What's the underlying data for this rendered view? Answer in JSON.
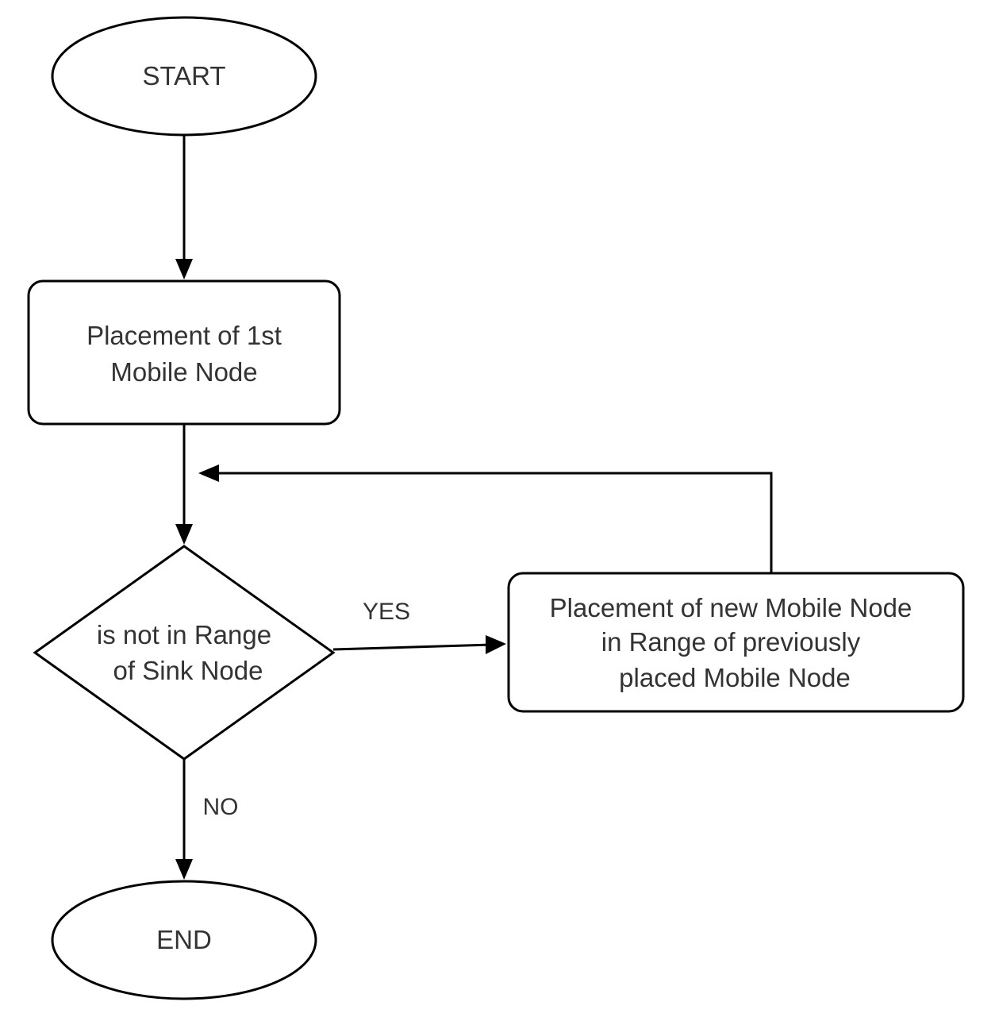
{
  "nodes": {
    "start": {
      "text": "START"
    },
    "first_node": {
      "lines": [
        "Placement of 1st",
        "Mobile Node"
      ]
    },
    "decision": {
      "lines": [
        "is not in Range",
        "of Sink Node"
      ]
    },
    "new_node": {
      "lines": [
        "Placement of new Mobile Node",
        "in Range of previously",
        "placed Mobile Node"
      ]
    },
    "end": {
      "text": "END"
    }
  },
  "edges": {
    "yes_label": "YES",
    "no_label": "NO"
  },
  "colors": {
    "stroke": "#000000",
    "text": "#333333",
    "background": "#ffffff"
  }
}
